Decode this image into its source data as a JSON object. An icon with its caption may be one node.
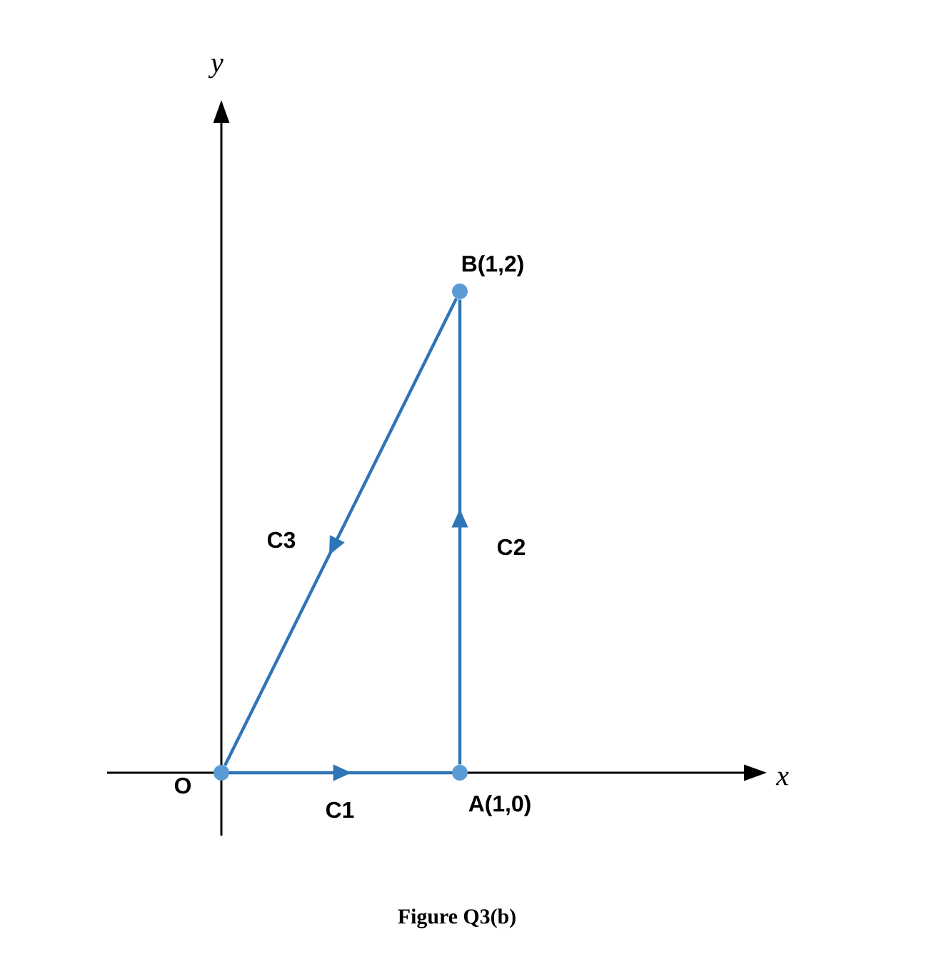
{
  "diagram": {
    "caption": "Figure Q3(b)",
    "nodes": [
      {
        "text": [],
        "shape": "circle",
        "beside": [
          "O"
        ]
      },
      {
        "text": [],
        "shape": "circle",
        "beside": [
          "A(1,0)"
        ]
      },
      {
        "text": [],
        "shape": "circle",
        "beside": [
          "B(1,2)"
        ]
      }
    ],
    "edges": [
      {
        "from": 0,
        "to": 1,
        "arrow": "to",
        "label": "C1"
      },
      {
        "from": 1,
        "to": 2,
        "arrow": "to",
        "label": "C2"
      },
      {
        "from": 2,
        "to": 0,
        "arrow": "to",
        "label": "C3"
      }
    ],
    "labels": [
      "y",
      "x"
    ]
  }
}
